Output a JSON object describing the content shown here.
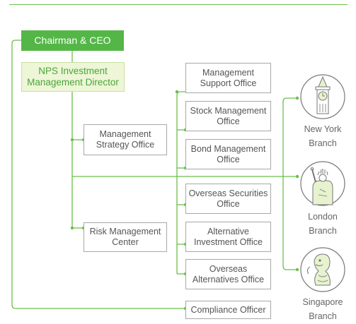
{
  "org_chart": {
    "chairman": "Chairman & CEO",
    "director": "NPS Investment\nManagement Director",
    "strategy_office": "Management\nStrategy Office",
    "risk_center": "Risk Management\nCenter",
    "offices": [
      "Management\nSupport Office",
      "Stock Management\nOffice",
      "Bond Management\nOffice",
      "Overseas Securities\nOffice",
      "Alternative\nInvestment Office",
      "Overseas\nAlternatives Office"
    ],
    "compliance": "Compliance Officer",
    "branches": [
      {
        "label": "New York\nBranch",
        "icon": "big-ben-icon"
      },
      {
        "label": "London\nBranch",
        "icon": "statue-of-liberty-icon"
      },
      {
        "label": "Singapore\nBranch",
        "icon": "merlion-icon"
      }
    ]
  },
  "colors": {
    "accent": "#55b648",
    "director_fill": "#edf6d6",
    "line": "#6bbf4a",
    "box_border": "#a8a8a8"
  }
}
